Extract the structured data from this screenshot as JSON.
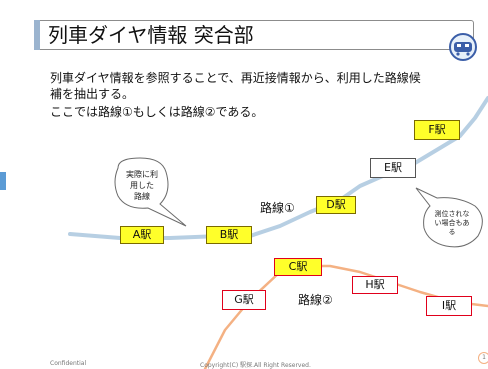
{
  "slide": {
    "title": "列車ダイヤ情報 突合部",
    "body_lines": [
      "列車ダイヤ情報を参照することで、再近接情報から、利用した路線候",
      "補を抽出する。",
      "ここでは路線①もしくは路線②である。"
    ],
    "stations": {
      "a": "A駅",
      "b": "B駅",
      "c": "C駅",
      "d": "D駅",
      "e": "E駅",
      "f": "F駅",
      "g": "G駅",
      "h": "H駅",
      "i": "I駅"
    },
    "routes": {
      "route1": "路線①",
      "route2": "路線②"
    },
    "callouts": {
      "left": [
        "実際に利",
        "用した",
        "路線"
      ],
      "right": [
        "測位されな",
        "い場合もあ",
        "る"
      ]
    },
    "footer": {
      "left": "Confidential",
      "center": "Copyright(C) 駅探.All Right Reserved.",
      "page": "1"
    },
    "colors": {
      "route1_line": "#b7cfe3",
      "route2_line": "#f4b183",
      "station_yellow": "#ffff2a",
      "station_red_border": "#e0001b",
      "accent_tab": "#5b9bd5"
    },
    "icons": [
      "ekitan-logo-icon"
    ]
  }
}
